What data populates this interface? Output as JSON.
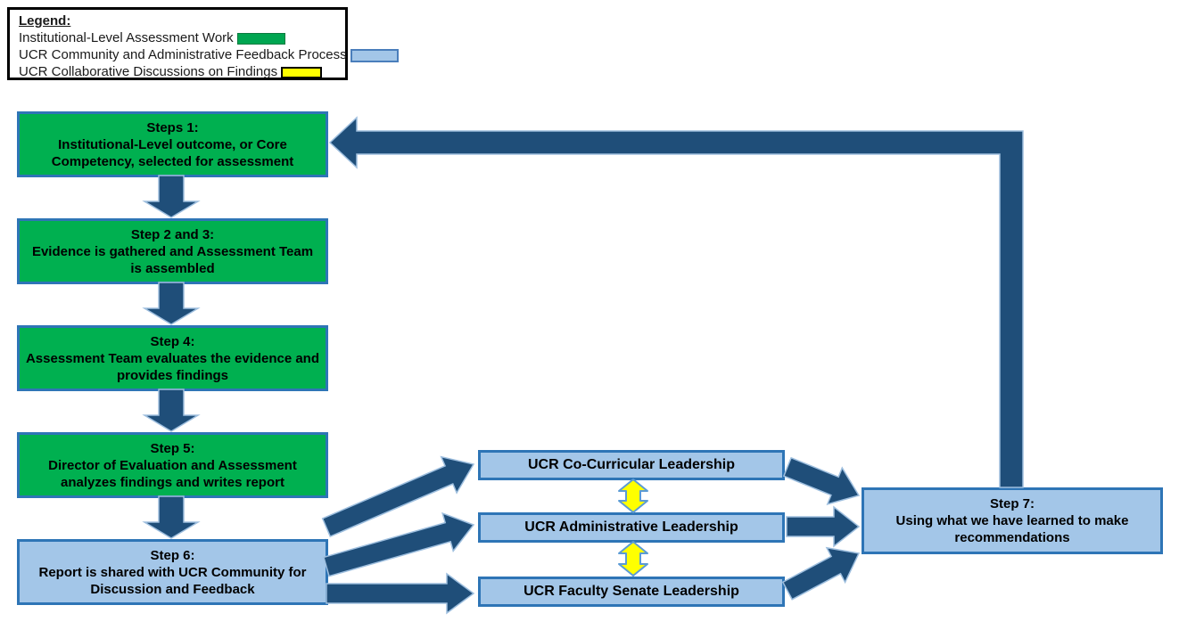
{
  "legend": {
    "title": "Legend:",
    "items": [
      {
        "label": "Institutional-Level Assessment Work",
        "swatch": "green-swatch",
        "color": "#00B050"
      },
      {
        "label": "UCR Community and Administrative Feedback Process",
        "swatch": "blue-swatch",
        "color": "#A3C6E8"
      },
      {
        "label": "UCR Collaborative Discussions on Findings",
        "swatch": "yellow-swatch",
        "color": "#FFFF00"
      }
    ]
  },
  "colors": {
    "institutional_green": "#00B050",
    "feedback_blue": "#A3C6E8",
    "discussion_yellow": "#FFFF00",
    "box_border_blue": "#2E75B6",
    "arrow_navy": "#1F4E79",
    "legend_border": "#000000"
  },
  "steps": [
    {
      "title": "Steps 1:",
      "body": "Institutional-Level outcome, or Core Competency, selected for assessment",
      "kind": "institutional"
    },
    {
      "title": "Step 2 and 3:",
      "body": "Evidence is gathered and Assessment Team is assembled",
      "kind": "institutional"
    },
    {
      "title": "Step 4:",
      "body": "Assessment Team evaluates the evidence and provides findings",
      "kind": "institutional"
    },
    {
      "title": "Step 5:",
      "body": "Director of Evaluation and Assessment analyzes findings and writes report",
      "kind": "institutional"
    },
    {
      "title": "Step 6:",
      "body": "Report is shared with UCR Community for Discussion and Feedback",
      "kind": "feedback"
    }
  ],
  "leadership": [
    {
      "label": "UCR Co-Curricular Leadership"
    },
    {
      "label": "UCR Administrative Leadership"
    },
    {
      "label": "UCR Faculty Senate Leadership"
    }
  ],
  "step7": {
    "title": "Step 7:",
    "body": "Using what we have learned to make recommendations",
    "kind": "feedback"
  }
}
